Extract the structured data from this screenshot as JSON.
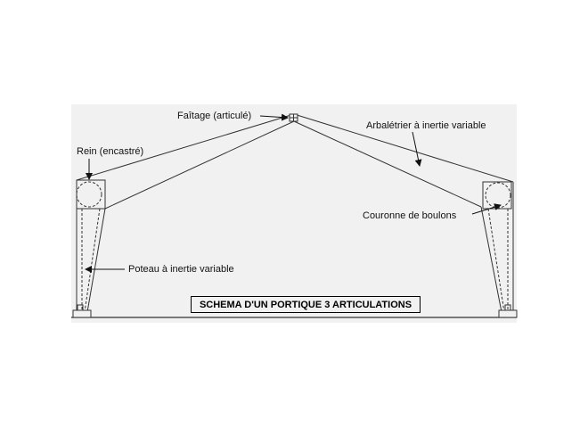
{
  "diagram": {
    "labels": {
      "ridge": "Faîtage (articulé)",
      "rafter": "Arbalétrier à inertie variable",
      "knee": "Rein (encastré)",
      "bolts": "Couronne de boulons",
      "column": "Poteau à inertie variable"
    },
    "title": "SCHEMA D'UN PORTIQUE 3 ARTICULATIONS"
  },
  "colors": {
    "background": "#ffffff",
    "panel": "#f1f1f1",
    "line": "#333333",
    "text": "#111111"
  }
}
